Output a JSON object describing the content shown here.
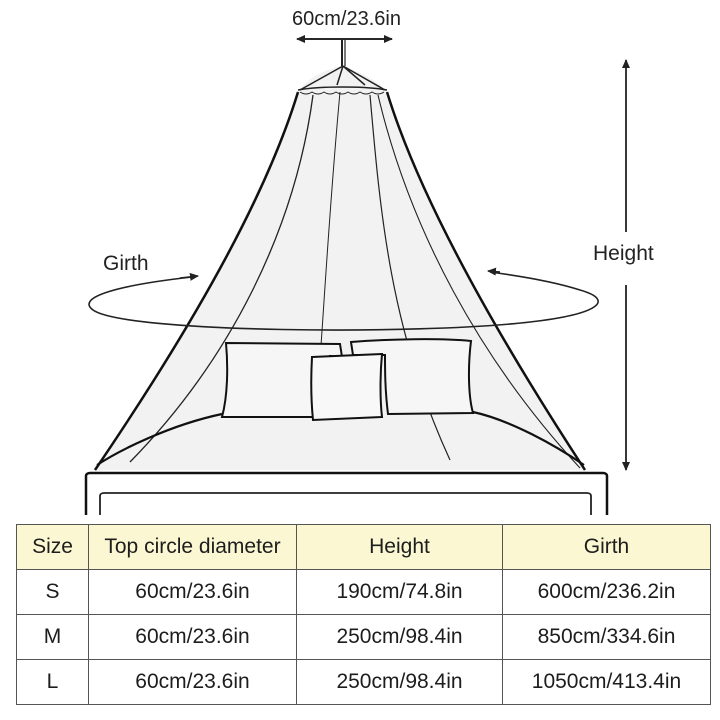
{
  "diagram": {
    "top_label": "60cm/23.6in",
    "girth_label": "Girth",
    "height_label": "Height",
    "subject": "canopy mosquito net over bed",
    "colors": {
      "line": "#1a1a1a",
      "net_fill": "#f2f2f2",
      "table_header_bg": "#fbf7d2",
      "table_border": "#555555"
    }
  },
  "table": {
    "headers": [
      "Size",
      "Top circle diameter",
      "Height",
      "Girth"
    ],
    "rows": [
      {
        "size": "S",
        "top": "60cm/23.6in",
        "height": "190cm/74.8in",
        "girth": "600cm/236.2in"
      },
      {
        "size": "M",
        "top": "60cm/23.6in",
        "height": "250cm/98.4in",
        "girth": "850cm/334.6in"
      },
      {
        "size": "L",
        "top": "60cm/23.6in",
        "height": "250cm/98.4in",
        "girth": "1050cm/413.4in"
      }
    ]
  }
}
